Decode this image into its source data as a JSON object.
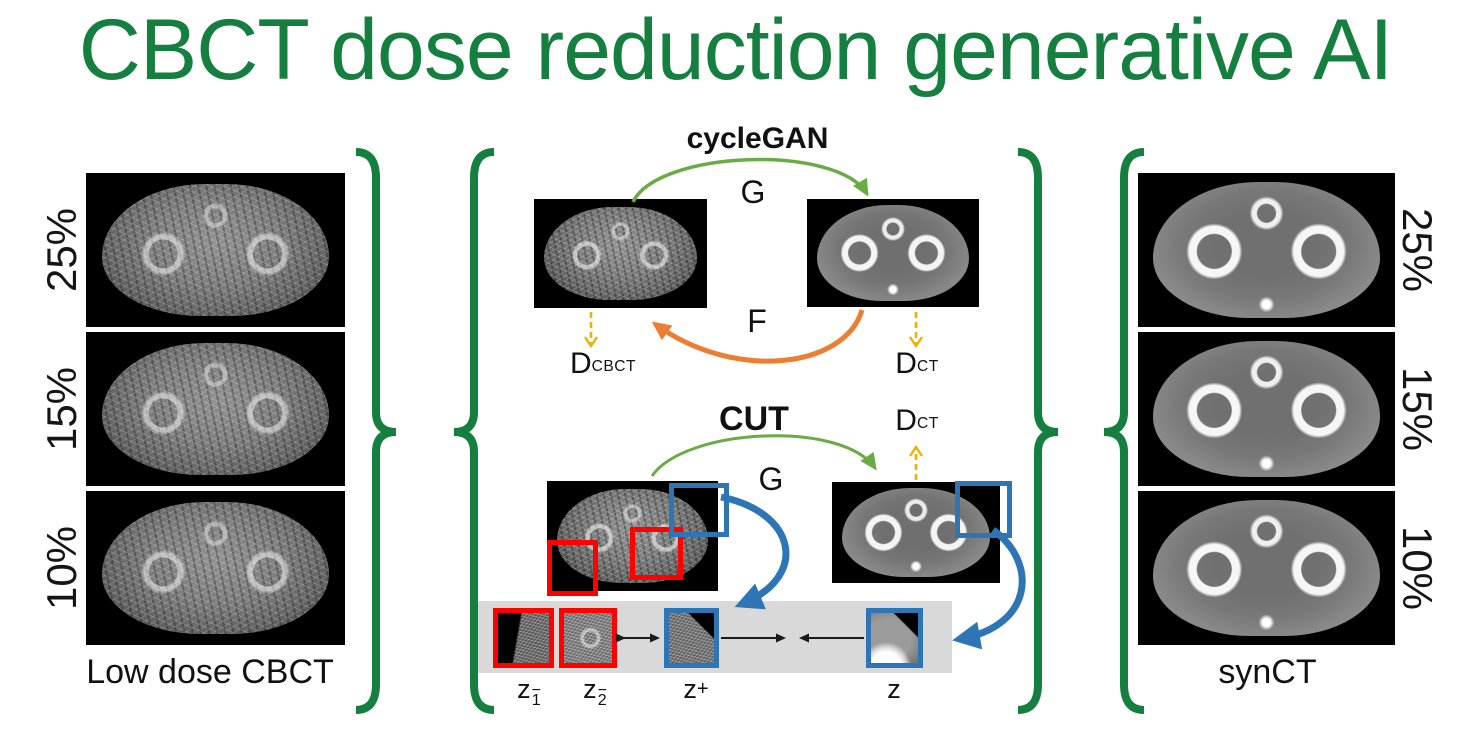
{
  "title": "CBCT dose reduction generative AI",
  "colors": {
    "title_green": "#157f3f",
    "brace_green": "#157f3f",
    "generator_green": "#6aab45",
    "inverse_orange": "#ed7d31",
    "discriminator_yellow": "#f0b100",
    "patch_blue": "#2e75b6",
    "patch_red": "#ff0000",
    "patch_bar_gray": "#d9d9d9"
  },
  "left_panel": {
    "images": [
      {
        "label": "25%"
      },
      {
        "label": "15%"
      },
      {
        "label": "10%"
      }
    ],
    "caption": "Low dose CBCT"
  },
  "right_panel": {
    "images": [
      {
        "label": "25%"
      },
      {
        "label": "15%"
      },
      {
        "label": "10%"
      }
    ],
    "caption": "synCT"
  },
  "cyclegan": {
    "title": "cycleGAN",
    "generator_label": "G",
    "inverse_label": "F",
    "d_cbct": {
      "base": "D",
      "sub": "CBCT"
    },
    "d_ct": {
      "base": "D",
      "sub": "CT"
    }
  },
  "cut": {
    "title": "CUT",
    "generator_label": "G",
    "d_ct": {
      "base": "D",
      "sub": "CT"
    },
    "patches": [
      {
        "base": "z",
        "bar": "−",
        "sub": "1"
      },
      {
        "base": "z",
        "bar": "−",
        "sub": "2"
      },
      {
        "base": "z",
        "sup": "+"
      },
      {
        "base": "z"
      }
    ]
  }
}
